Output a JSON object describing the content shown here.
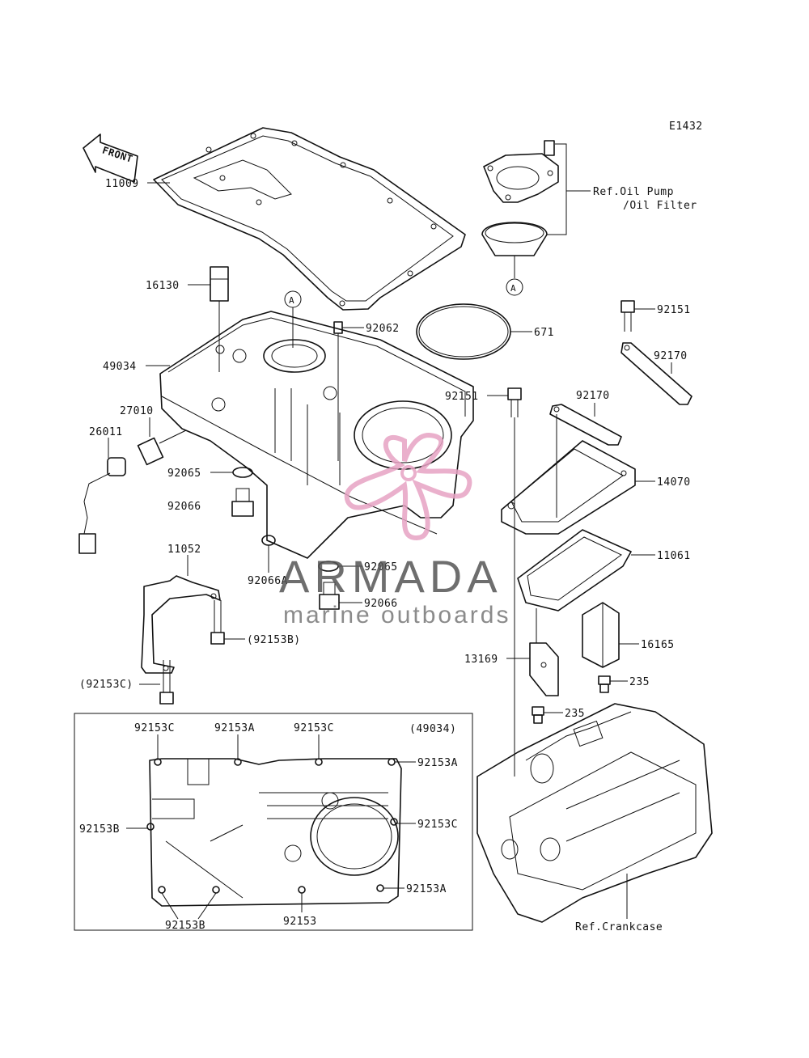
{
  "diagram_code": "E1432",
  "front_label": "FRONT",
  "labels": {
    "p11009": "11009",
    "p16130": "16130",
    "p49034": "49034",
    "p27010": "27010",
    "p26011": "26011",
    "p92065a": "92065",
    "p92066a": "92066",
    "p11052": "11052",
    "p92066A": "92066A",
    "p92065b": "92065",
    "p92066b": "92066",
    "p92153B_top": "(92153B)",
    "p92153C_top": "(92153C)",
    "p92062": "92062",
    "p671": "671",
    "ref_oil_pump_1": "Ref.Oil Pump",
    "ref_oil_pump_2": "/Oil Filter",
    "p92151a": "92151",
    "p92170a": "92170",
    "p92151b": "92151",
    "p92170b": "92170",
    "p14070": "14070",
    "p11061": "11061",
    "p16165": "16165",
    "p13169": "13169",
    "p235a": "235",
    "p235b": "235",
    "ref_crankcase": "Ref.Crankcase",
    "callout_a1": "A",
    "callout_a2": "A"
  },
  "inset": {
    "l_92153C_1": "92153C",
    "l_92153A_1": "92153A",
    "l_92153C_2": "92153C",
    "l_49034": "(49034)",
    "l_92153A_2": "92153A",
    "l_92153B_1": "92153B",
    "l_92153C_3": "92153C",
    "l_92153A_3": "92153A",
    "l_92153B_2": "92153B",
    "l_92153": "92153"
  },
  "watermark": {
    "brand": "ARMADA",
    "tagline": "marine outboards",
    "accent_color": "#e7a3c4"
  }
}
